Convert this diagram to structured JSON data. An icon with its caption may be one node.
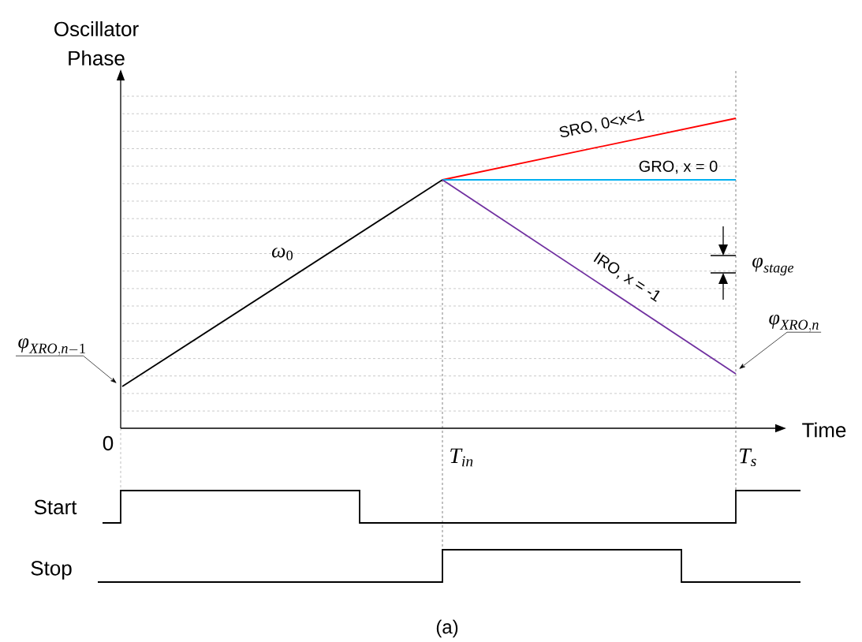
{
  "diagram": {
    "caption": "(a)",
    "nodes": [
      {
        "text": [
          "\\phi_{XRO,n-1}"
        ]
      },
      {
        "text": [
          "\\phi_{XRO,n}"
        ]
      }
    ],
    "edges": [
      {
        "from": 0,
        "to": null,
        "arrow": "to"
      },
      {
        "from": 1,
        "to": null,
        "arrow": "to"
      }
    ],
    "labels": [
      "Oscillator Phase",
      "Time",
      "0",
      "T_{in}",
      "T_{s}",
      "\\omega_{0}",
      "SRO, 0<x<1",
      "GRO, x = 0",
      "IRO, x = -1",
      "\\phi_{stage}",
      "Start",
      "Stop"
    ]
  }
}
